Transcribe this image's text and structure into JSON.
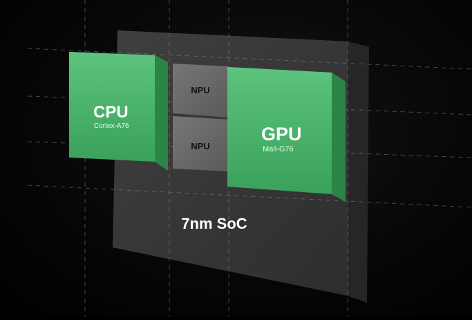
{
  "diagram": {
    "soc_label": "7nm SoC",
    "cpu": {
      "title": "CPU",
      "subtitle": "Cortex-A76"
    },
    "gpu": {
      "title": "GPU",
      "subtitle": "Mali-G76"
    },
    "npu_top": {
      "title": "NPU"
    },
    "npu_bottom": {
      "title": "NPU"
    }
  },
  "colors": {
    "background": "#000000",
    "soc_face": "#3b3b3b",
    "soc_side": "#2a2a2a",
    "green_front": "#48b36a",
    "green_side": "#2e8a4c",
    "green_top": "#86d8a0",
    "npu_face": "#6a6a6a",
    "guide_line": "#8a8a8a",
    "text_light": "#ffffff",
    "text_dark": "#111111"
  }
}
